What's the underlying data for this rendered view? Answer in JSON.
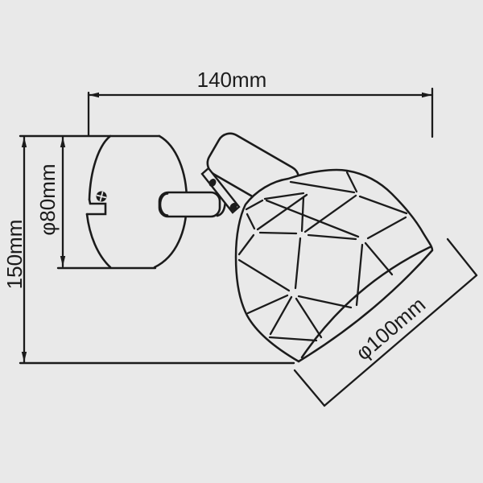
{
  "drawing": {
    "kind": "wall-spotlight-dimension-diagram",
    "dimensions": {
      "width": "140mm",
      "height": "150mm",
      "canopy_diameter": "φ80mm",
      "shade_diameter": "φ100mm"
    },
    "icons": {
      "mounting_screw": "phillips-screw-head"
    },
    "colors": {
      "background": "#e9e9e9",
      "line": "#1b1b1b",
      "text": "#1c1c1c"
    }
  }
}
